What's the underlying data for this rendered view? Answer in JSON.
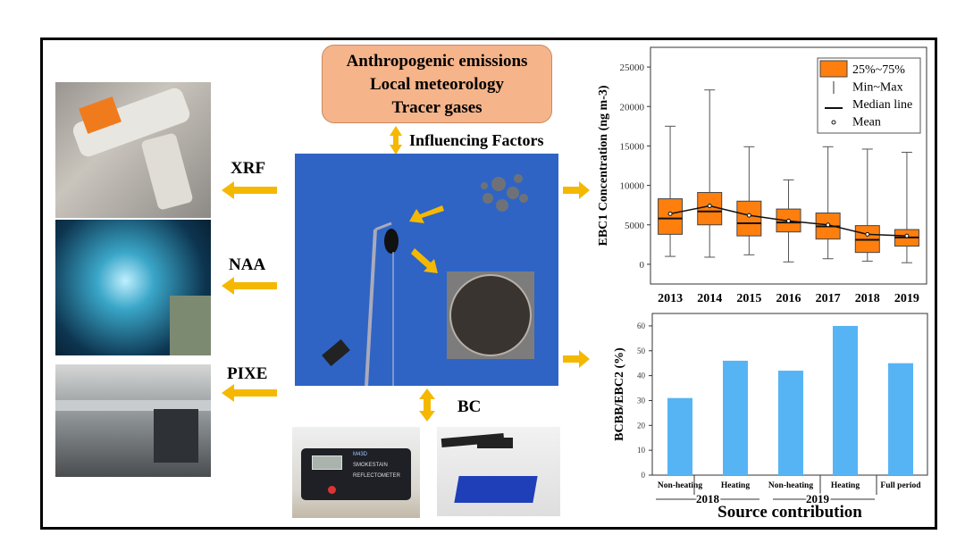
{
  "factors": {
    "lines": [
      "Anthropogenic emissions",
      "Local meteorology",
      "Tracer gases"
    ],
    "label": "Influencing Factors"
  },
  "methods": [
    {
      "label": "XRF"
    },
    {
      "label": "NAA"
    },
    {
      "label": "PIXE"
    }
  ],
  "bc_label": "BC",
  "device": {
    "brand": "M43D",
    "name1": "SMOKESTAIN",
    "name2": "REFLECTOMETER"
  },
  "colors": {
    "orange_arrow": "#f5b800",
    "box_fill": "#ff7f0e",
    "bar_fill": "#56b4f5",
    "sky": "#2f64c4"
  },
  "chart_data": [
    {
      "type": "box",
      "ylabel": "EBC1 Concentration (ng m-3)",
      "ylim": [
        -2500,
        27500
      ],
      "yticks": [
        0,
        5000,
        10000,
        15000,
        20000,
        25000
      ],
      "categories": [
        "2013",
        "2014",
        "2015",
        "2016",
        "2017",
        "2018",
        "2019"
      ],
      "min": [
        1000,
        900,
        1200,
        300,
        700,
        400,
        200
      ],
      "q1": [
        3800,
        5000,
        3600,
        4100,
        3200,
        1500,
        2300
      ],
      "median": [
        5800,
        6700,
        5200,
        5300,
        4800,
        3100,
        3400
      ],
      "q3": [
        8300,
        9100,
        8000,
        7000,
        6500,
        4900,
        4400
      ],
      "max": [
        17500,
        22100,
        14900,
        10700,
        14900,
        14600,
        14200
      ],
      "mean": [
        6400,
        7400,
        6200,
        5500,
        5000,
        3800,
        3600
      ],
      "legend": [
        "25%~75%",
        "Min~Max",
        "Median line",
        "Mean"
      ],
      "legend_position": "top-right"
    },
    {
      "type": "bar",
      "ylabel": "BCBB/EBC2 (%)",
      "xlabel": "Source contribution",
      "ylim": [
        0,
        65
      ],
      "yticks": [
        0,
        10,
        20,
        30,
        40,
        50,
        60
      ],
      "categories": [
        "Non-heating",
        "Heating",
        "Non-heating",
        "Heating",
        "Full period"
      ],
      "groups": [
        "2018",
        "2019"
      ],
      "values": [
        31,
        46,
        42,
        60,
        45
      ]
    }
  ]
}
